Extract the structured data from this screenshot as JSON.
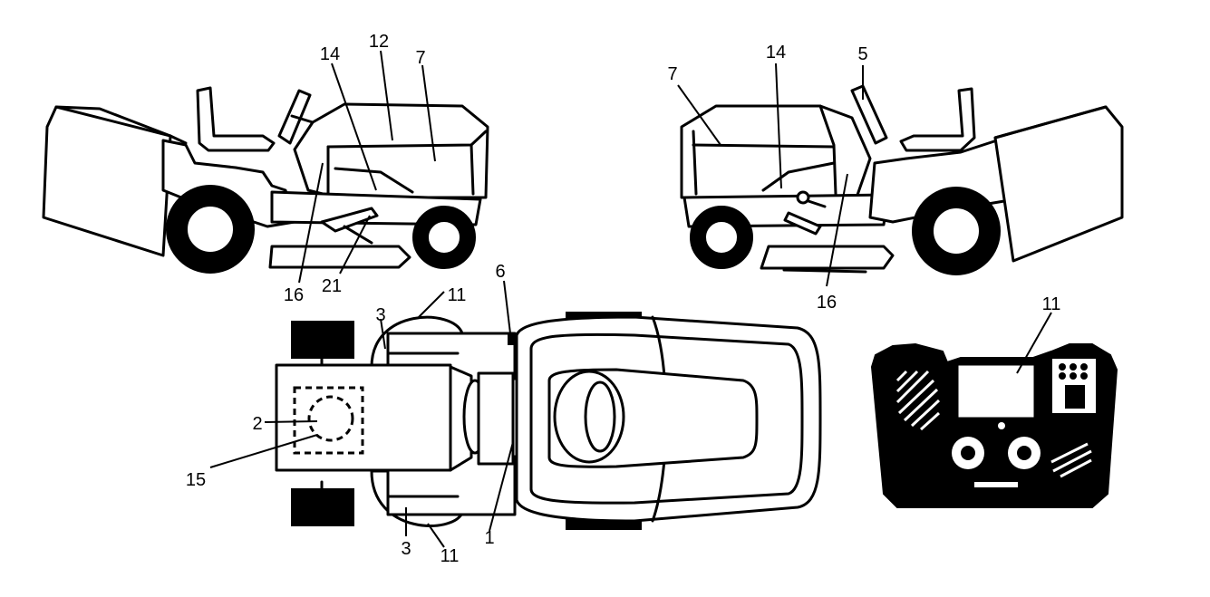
{
  "callouts": [
    {
      "id": "c-12-left",
      "text": "12"
    },
    {
      "id": "c-14-left",
      "text": "14"
    },
    {
      "id": "c-7-left",
      "text": "7"
    },
    {
      "id": "c-16-left",
      "text": "16"
    },
    {
      "id": "c-21-left",
      "text": "21"
    },
    {
      "id": "c-7-right",
      "text": "7"
    },
    {
      "id": "c-14-right",
      "text": "14"
    },
    {
      "id": "c-5-right",
      "text": "5"
    },
    {
      "id": "c-16-right",
      "text": "16"
    },
    {
      "id": "c-11-top",
      "text": "11"
    },
    {
      "id": "c-3-top",
      "text": "3"
    },
    {
      "id": "c-6-top",
      "text": "6"
    },
    {
      "id": "c-2-top",
      "text": "2"
    },
    {
      "id": "c-15-top",
      "text": "15"
    },
    {
      "id": "c-3-bottom",
      "text": "3"
    },
    {
      "id": "c-11-bottom",
      "text": "11"
    },
    {
      "id": "c-1-top",
      "text": "1"
    },
    {
      "id": "c-11-panel",
      "text": "11"
    }
  ]
}
